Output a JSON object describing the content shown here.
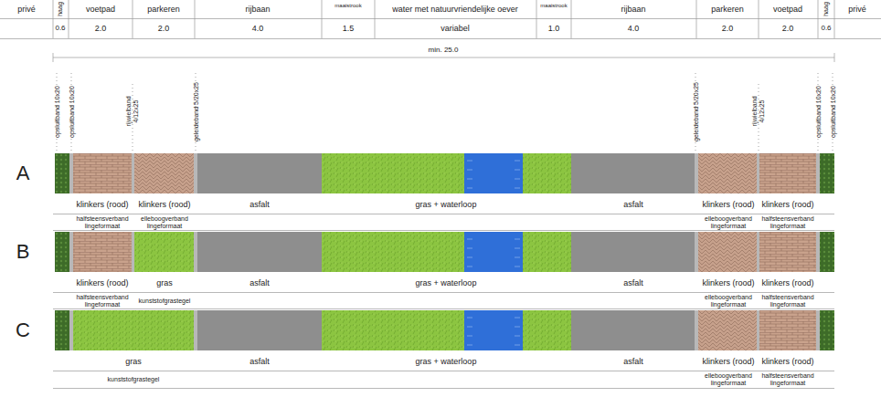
{
  "diagram": {
    "labels": [
      "privé",
      "haag",
      "voetpad",
      "parkeren",
      "rijbaan",
      "maaistrook",
      "water met natuurvriendelijke oever",
      "maaistrook",
      "rijbaan",
      "parkeren",
      "voetpad",
      "haag",
      "privé",
      "0.6",
      "2.0",
      "2.0",
      "4.0",
      "1.5",
      "variabel",
      "1.0",
      "4.0",
      "2.0",
      "2.0",
      "0.6",
      "min. 25.0",
      "opsluitband 10x20",
      "opsluitband 10x20",
      "rijwielband 4/12x25",
      "geleideband 5/20x25",
      "geleideband 5/20x25",
      "rijwielband 4/12x25",
      "opsluitband 10x20",
      "opsluitband 10x20",
      "A",
      "klinkers (rood)",
      "klinkers (rood)",
      "asfalt",
      "gras + waterloop",
      "asfalt",
      "klinkers (rood)",
      "klinkers (rood)",
      "halfsteensverband lingeformaat",
      "elleboogverband lingeformaat",
      "elleboogverband lingeformaat",
      "halfsteensverband lingeformaat",
      "B",
      "klinkers (rood)",
      "gras",
      "asfalt",
      "gras + waterloop",
      "asfalt",
      "klinkers (rood)",
      "klinkers (rood)",
      "halfsteensverband lingeformaat",
      "kunststofgrastegel",
      "elleboogverband lingeformaat",
      "halfsteensverband lingeformaat",
      "C",
      "gras",
      "asfalt",
      "gras + waterloop",
      "asfalt",
      "klinkers (rood)",
      "klinkers (rood)",
      "kunststofgrastegel",
      "elleboogverband lingeformaat",
      "halfsteensverband lingeformaat"
    ]
  }
}
